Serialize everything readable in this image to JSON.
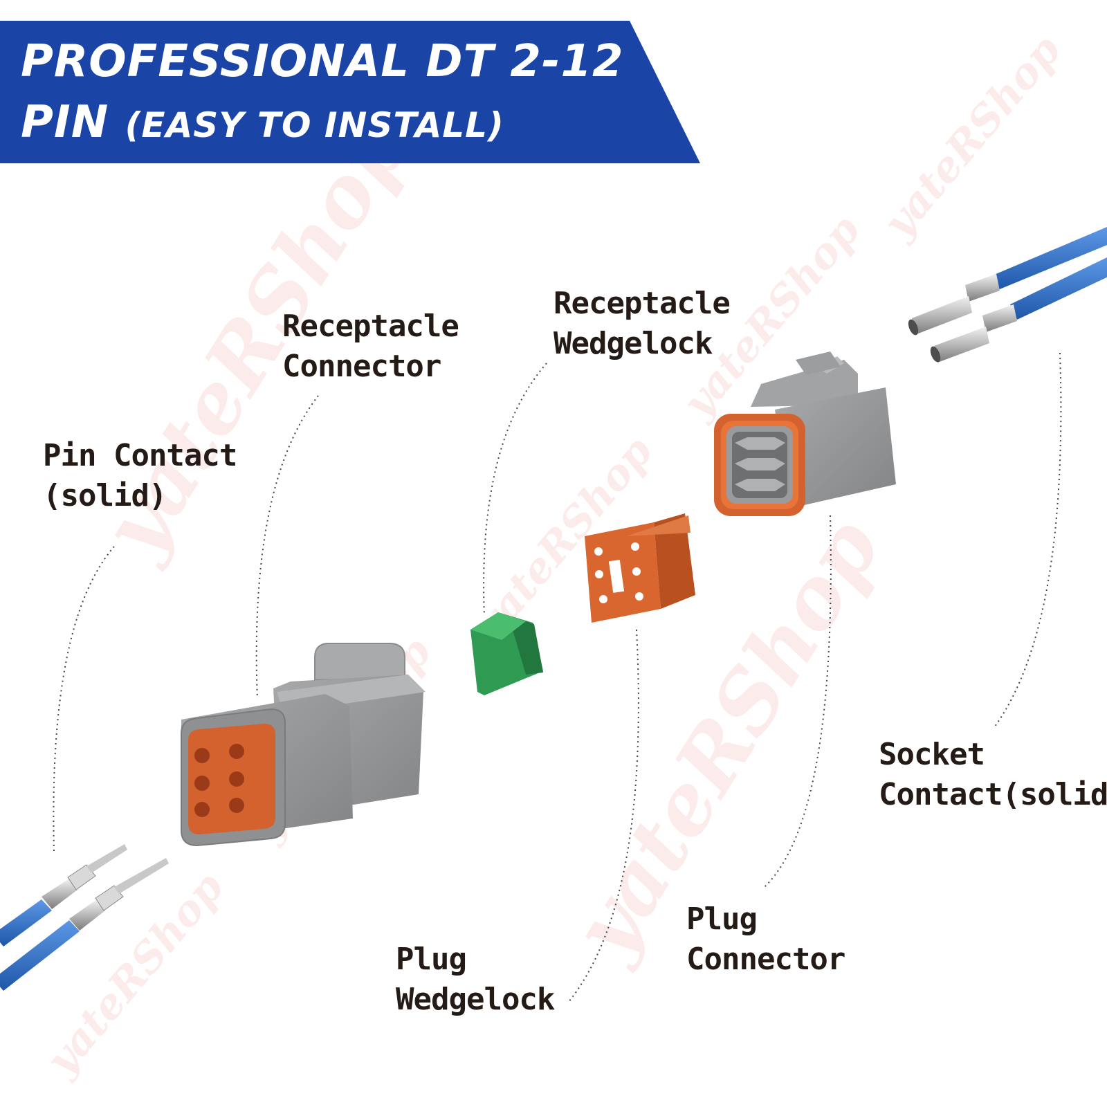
{
  "header": {
    "title_line1": "PROFESSIONAL DT 2-12",
    "title_line2_main": "PIN",
    "title_line2_paren": "(EASY TO INSTALL)",
    "color": "#1a44a6"
  },
  "labels": {
    "receptacle_connector": [
      "Receptacle",
      "Connector"
    ],
    "receptacle_wedgelock": [
      "Receptacle",
      "Wedgelock"
    ],
    "pin_contact": [
      "Pin Contact",
      "(solid)"
    ],
    "socket_contact": [
      "Socket",
      "Contact(solid)"
    ],
    "plug_wedgelock": [
      "Plug",
      "Wedgelock"
    ],
    "plug_connector": [
      "Plug",
      "Connector"
    ]
  },
  "watermark": "yateRShop",
  "colors": {
    "connector_gray": "#9a9b9d",
    "insert_orange": "#d4622e",
    "wedgelock_green": "#2f9a52",
    "wire_blue": "#2f6fc4"
  }
}
